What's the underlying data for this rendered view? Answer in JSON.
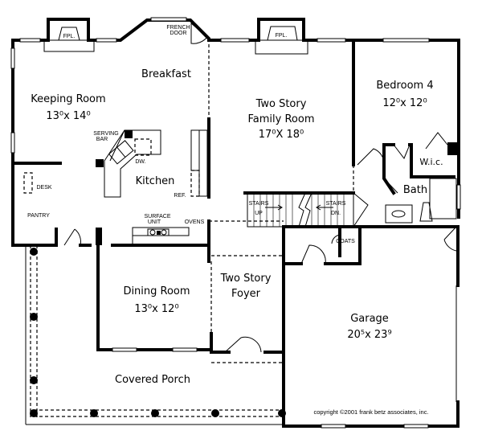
{
  "rooms": {
    "keeping_room": {
      "name": "Keeping Room",
      "size": "13⁰x 14⁰"
    },
    "breakfast": {
      "name": "Breakfast"
    },
    "kitchen": {
      "name": "Kitchen"
    },
    "family_room": {
      "name_line1": "Two Story",
      "name_line2": "Family Room",
      "size": "17⁰X 18⁰"
    },
    "bedroom4": {
      "name": "Bedroom 4",
      "size": "12⁰x 12⁰"
    },
    "bath": {
      "name": "Bath"
    },
    "wic": {
      "name": "W.i.c."
    },
    "dining_room": {
      "name": "Dining Room",
      "size": "13⁰x 12⁰"
    },
    "foyer": {
      "name_line1": "Two Story",
      "name_line2": "Foyer"
    },
    "garage": {
      "name": "Garage",
      "size": "20⁵x 23⁹"
    },
    "covered_porch": {
      "name": "Covered Porch"
    }
  },
  "fixtures": {
    "fpl_left": "FPL.",
    "fpl_right": "FPL.",
    "french_door_line1": "FRENCH",
    "french_door_line2": "DOOR",
    "serving_bar_line1": "SERVING",
    "serving_bar_line2": "BAR",
    "dw": "DW.",
    "ref": "REF.",
    "desk": "DESK",
    "pantry": "PANTRY",
    "surface_unit_line1": "SURFACE",
    "surface_unit_line2": "UNIT",
    "ovens": "OVENS",
    "stairs_up_line1": "STAIRS",
    "stairs_up_line2": "UP",
    "stairs_dn_line1": "STAIRS",
    "stairs_dn_line2": "DN.",
    "coats": "COATS"
  },
  "copyright": "copyright ©2001 frank betz associates, inc."
}
